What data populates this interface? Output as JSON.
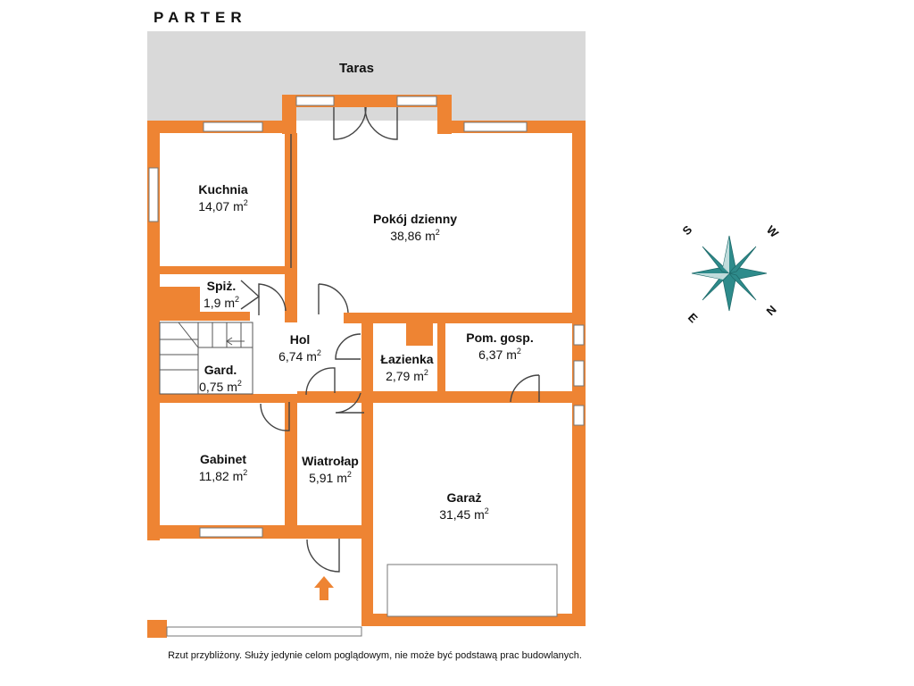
{
  "title": "PARTER",
  "terrace": "Taras",
  "rooms": [
    {
      "id": "kuchnia",
      "name": "Kuchnia",
      "area": "14,07 m",
      "sup": "2"
    },
    {
      "id": "pokoj",
      "name": "Pokój dzienny",
      "area": "38,86 m",
      "sup": "2"
    },
    {
      "id": "spiz",
      "name": "Spiż.",
      "area": "1,9 m",
      "sup": "2"
    },
    {
      "id": "hol",
      "name": "Hol",
      "area": "6,74 m",
      "sup": "2"
    },
    {
      "id": "gard",
      "name": "Gard.",
      "area": "0,75 m",
      "sup": "2"
    },
    {
      "id": "lazienka",
      "name": "Łazienka",
      "area": "2,79 m",
      "sup": "2"
    },
    {
      "id": "pomgosp",
      "name": "Pom. gosp.",
      "area": "6,37 m",
      "sup": "2"
    },
    {
      "id": "gabinet",
      "name": "Gabinet",
      "area": "11,82 m",
      "sup": "2"
    },
    {
      "id": "wiatrolap",
      "name": "Wiatrołap",
      "area": "5,91 m",
      "sup": "2"
    },
    {
      "id": "garaz",
      "name": "Garaż",
      "area": "31,45 m",
      "sup": "2"
    }
  ],
  "compass": {
    "s": "S",
    "w": "W",
    "n": "N",
    "e": "E"
  },
  "disclaimer": "Rzut przybliżony. Służy jedynie celom poglądowym, nie może być podstawą prac budowlanych.",
  "colors": {
    "wall": "#ee8433",
    "terrace": "#d9d9d9",
    "compass": "#2e8b8b"
  }
}
